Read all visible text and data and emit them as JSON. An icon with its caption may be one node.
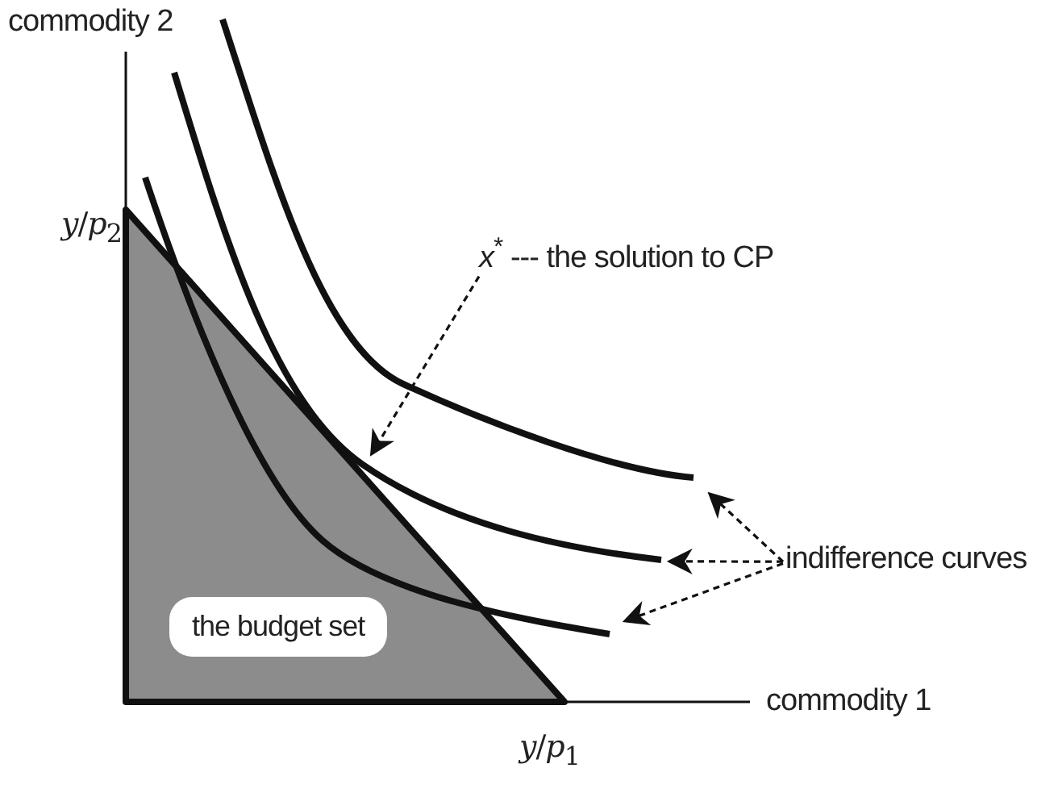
{
  "diagram": {
    "nodes": [
      {
        "text": [
          "*x*$^{*}$ --- the solution to CP"
        ]
      },
      {
        "text": [
          "indifference curves"
        ]
      },
      {
        "text": [],
        "shape": "curve"
      },
      {
        "text": [],
        "shape": "curve"
      },
      {
        "text": [],
        "shape": "curve"
      },
      {
        "text": [
          "the budget set"
        ]
      }
    ],
    "edges": [
      {
        "from": 0,
        "to": 3,
        "arrow": "to",
        "style": "dashed"
      },
      {
        "from": 1,
        "to": 2,
        "arrow": "to",
        "style": "dashed"
      },
      {
        "from": 1,
        "to": 3,
        "arrow": "to",
        "style": "dashed"
      },
      {
        "from": 1,
        "to": 4,
        "arrow": "to",
        "style": "dashed"
      }
    ],
    "labels": [
      "commodity 2",
      "*y*/*p*$_{2}$",
      "commodity 1",
      "*y*/*p*$_{1}$"
    ]
  }
}
